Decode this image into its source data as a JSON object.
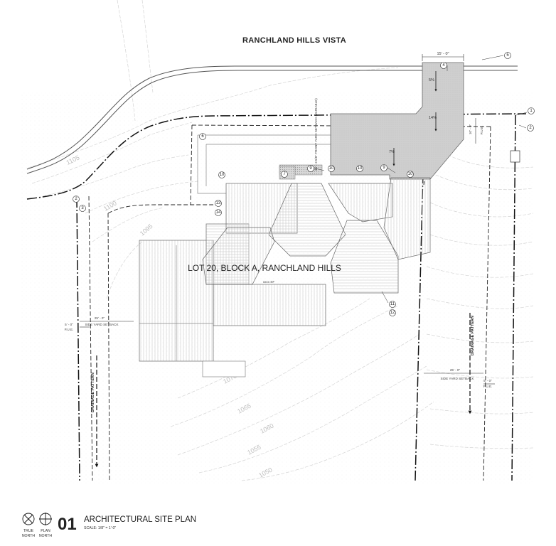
{
  "plan": {
    "street_name": "RANCHLAND HILLS VISTA",
    "lot_label": "LOT 20, BLOCK A, RANCHLAND HILLS",
    "area_label": "xxxx SF",
    "front_setback_label": "35' - 3 5/8\" FRONT YARD SETBACK (VARIABLE)",
    "driveway_width": "15' - 0\"",
    "pue_right": "10' - 0\"",
    "pue_right_abbr": "P.U.E.",
    "slopes": [
      "5%",
      "14%",
      "7%"
    ],
    "left_side_yard": {
      "dim": "25' - 0\"",
      "label": "SIDE YARD SETBACK",
      "pue_dim": "5' - 0\"",
      "pue": "P.U.E."
    },
    "right_side_yard": {
      "dim": "25' - 0\"",
      "label": "SIDE YARD SETBACK",
      "pue_dim": "5' - 0\"",
      "pue": "P.U.E."
    },
    "drainage_label": "DRAINAGE PATTERN",
    "contours": [
      "1105",
      "1100",
      "1095",
      "1070",
      "1065",
      "1060",
      "1055",
      "1050"
    ],
    "keynotes": [
      "1",
      "2",
      "2",
      "3",
      "4",
      "5",
      "6",
      "7",
      "9",
      "9",
      "10",
      "10",
      "10",
      "10",
      "11",
      "12",
      "13",
      "14"
    ]
  },
  "legend": {
    "number": "01",
    "title": "ARCHITECTURAL SITE PLAN",
    "scale": "SCALE:  1/8\" = 1'-0\"",
    "true_north": [
      "TRUE",
      "NORTH"
    ],
    "plan_north": [
      "PLAN",
      "NORTH"
    ]
  }
}
